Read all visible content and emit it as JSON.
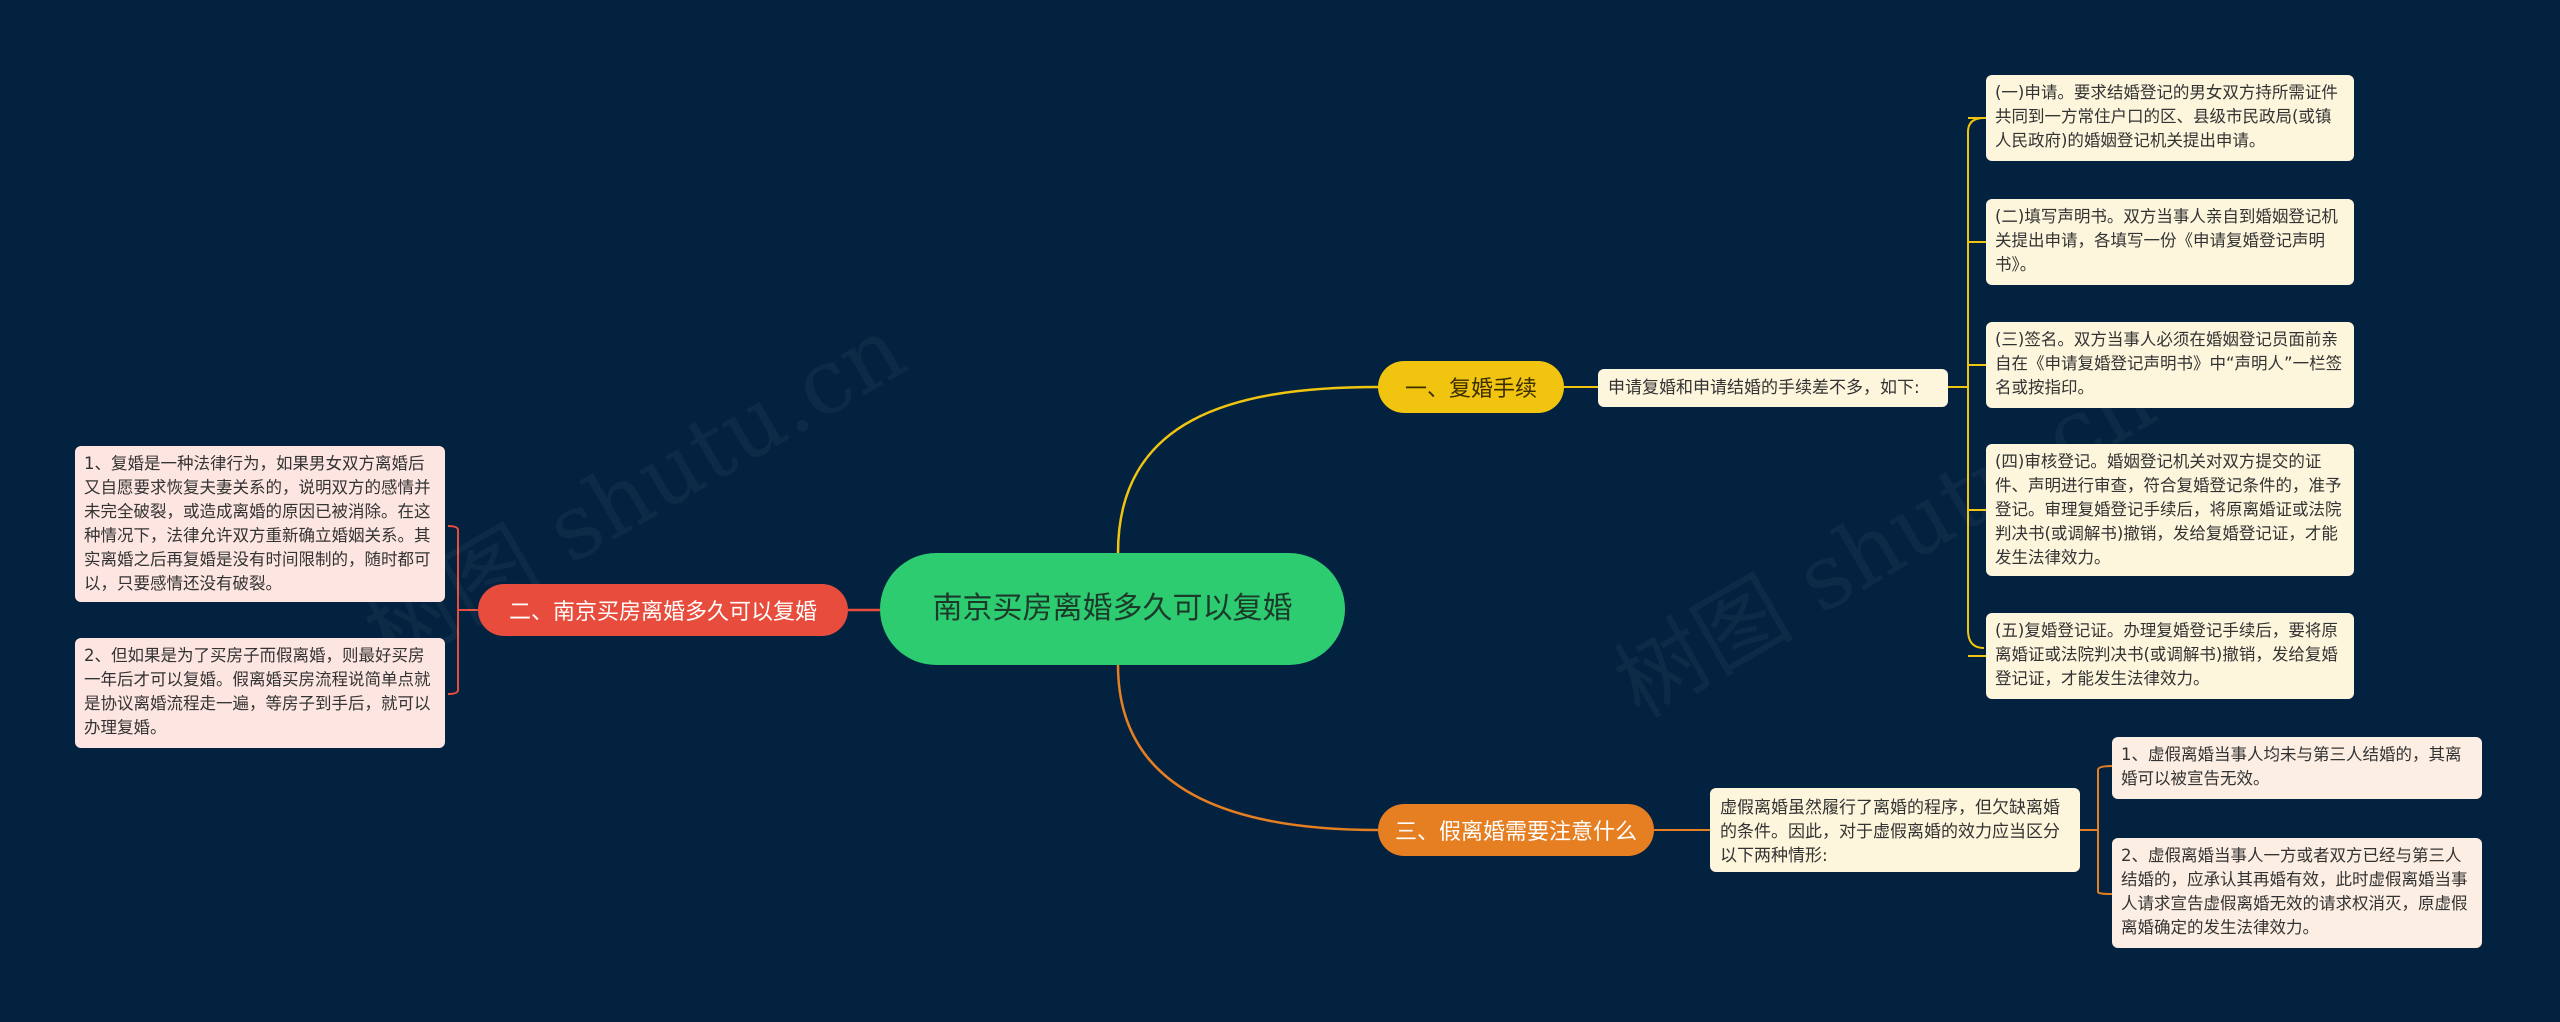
{
  "root": {
    "label": "南京买房离婚多久可以复婚"
  },
  "branches": [
    {
      "label": "一、复婚手续",
      "color": "#f1c40f",
      "summary": "申请复婚和申请结婚的手续差不多，如下:",
      "items": [
        "(一)申请。要求结婚登记的男女双方持所需证件共同到一方常住户口的区、县级市民政局(或镇人民政府)的婚姻登记机关提出申请。",
        "(二)填写声明书。双方当事人亲自到婚姻登记机关提出申请，各填写一份《申请复婚登记声明书》。",
        "(三)签名。双方当事人必须在婚姻登记员面前亲自在《申请复婚登记声明书》中“声明人”一栏签名或按指印。",
        "(四)审核登记。婚姻登记机关对双方提交的证件、声明进行审查，符合复婚登记条件的，准予登记。审理复婚登记手续后，将原离婚证或法院判决书(或调解书)撤销，发给复婚登记证，才能发生法律效力。",
        "(五)复婚登记证。办理复婚登记手续后，要将原离婚证或法院判决书(或调解书)撤销，发给复婚登记证，才能发生法律效力。"
      ]
    },
    {
      "label": "二、南京买房离婚多久可以复婚",
      "color": "#e74c3c",
      "items": [
        "1、复婚是一种法律行为，如果男女双方离婚后又自愿要求恢复夫妻关系的，说明双方的感情并未完全破裂，或造成离婚的原因已被消除。在这种情况下，法律允许双方重新确立婚姻关系。其实离婚之后再复婚是没有时间限制的，随时都可以，只要感情还没有破裂。",
        "2、但如果是为了买房子而假离婚，则最好买房一年后才可以复婚。假离婚买房流程说简单点就是协议离婚流程走一遍，等房子到手后，就可以办理复婚。"
      ]
    },
    {
      "label": "三、假离婚需要注意什么",
      "color": "#e67e22",
      "summary": "虚假离婚虽然履行了离婚的程序，但欠缺离婚的条件。因此，对于虚假离婚的效力应当区分以下两种情形:",
      "items": [
        "1、虚假离婚当事人均未与第三人结婚的，其离婚可以被宣告无效。",
        "2、虚假离婚当事人一方或者双方已经与第三人结婚的，应承认其再婚有效，此时虚假离婚当事人请求宣告虚假离婚无效的请求权消灭，原虚假离婚确定的发生法律效力。"
      ]
    }
  ],
  "watermark": "树图 shutu.cn"
}
